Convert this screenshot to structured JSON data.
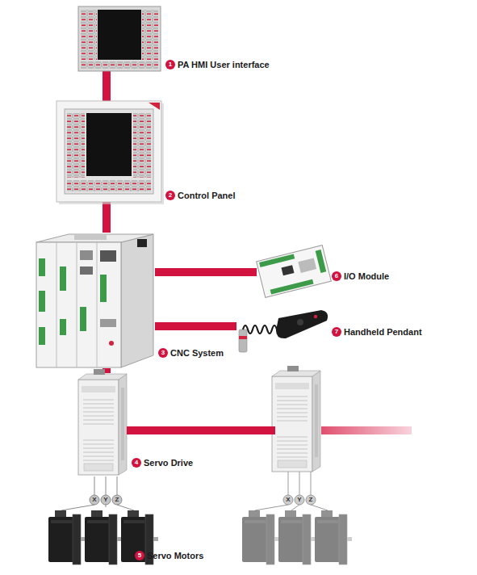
{
  "diagram": {
    "nodes": [
      {
        "text": [
          "PA HMI User interface"
        ]
      },
      {
        "text": [
          "Control Panel"
        ]
      },
      {
        "text": [
          "CNC System"
        ]
      },
      {
        "text": [
          "I/O Module"
        ]
      },
      {
        "text": [
          "Handheld Pendant"
        ]
      },
      {
        "text": [
          "Servo Drive"
        ]
      },
      {
        "text": [
          "Servo Motors"
        ]
      }
    ],
    "edges": [
      {
        "from": 0,
        "to": 1,
        "arrow": "none"
      },
      {
        "from": 1,
        "to": 2,
        "arrow": "none"
      },
      {
        "from": 2,
        "to": 3,
        "arrow": "none"
      },
      {
        "from": 2,
        "to": 4,
        "arrow": "none"
      },
      {
        "from": 2,
        "to": 5,
        "arrow": "none"
      },
      {
        "from": 5,
        "to": 6,
        "arrow": "none"
      }
    ],
    "labels": [
      "1",
      "2",
      "6",
      "7",
      "3",
      "4",
      "X",
      "Y",
      "Z",
      "X",
      "Y",
      "Z",
      "5"
    ]
  }
}
